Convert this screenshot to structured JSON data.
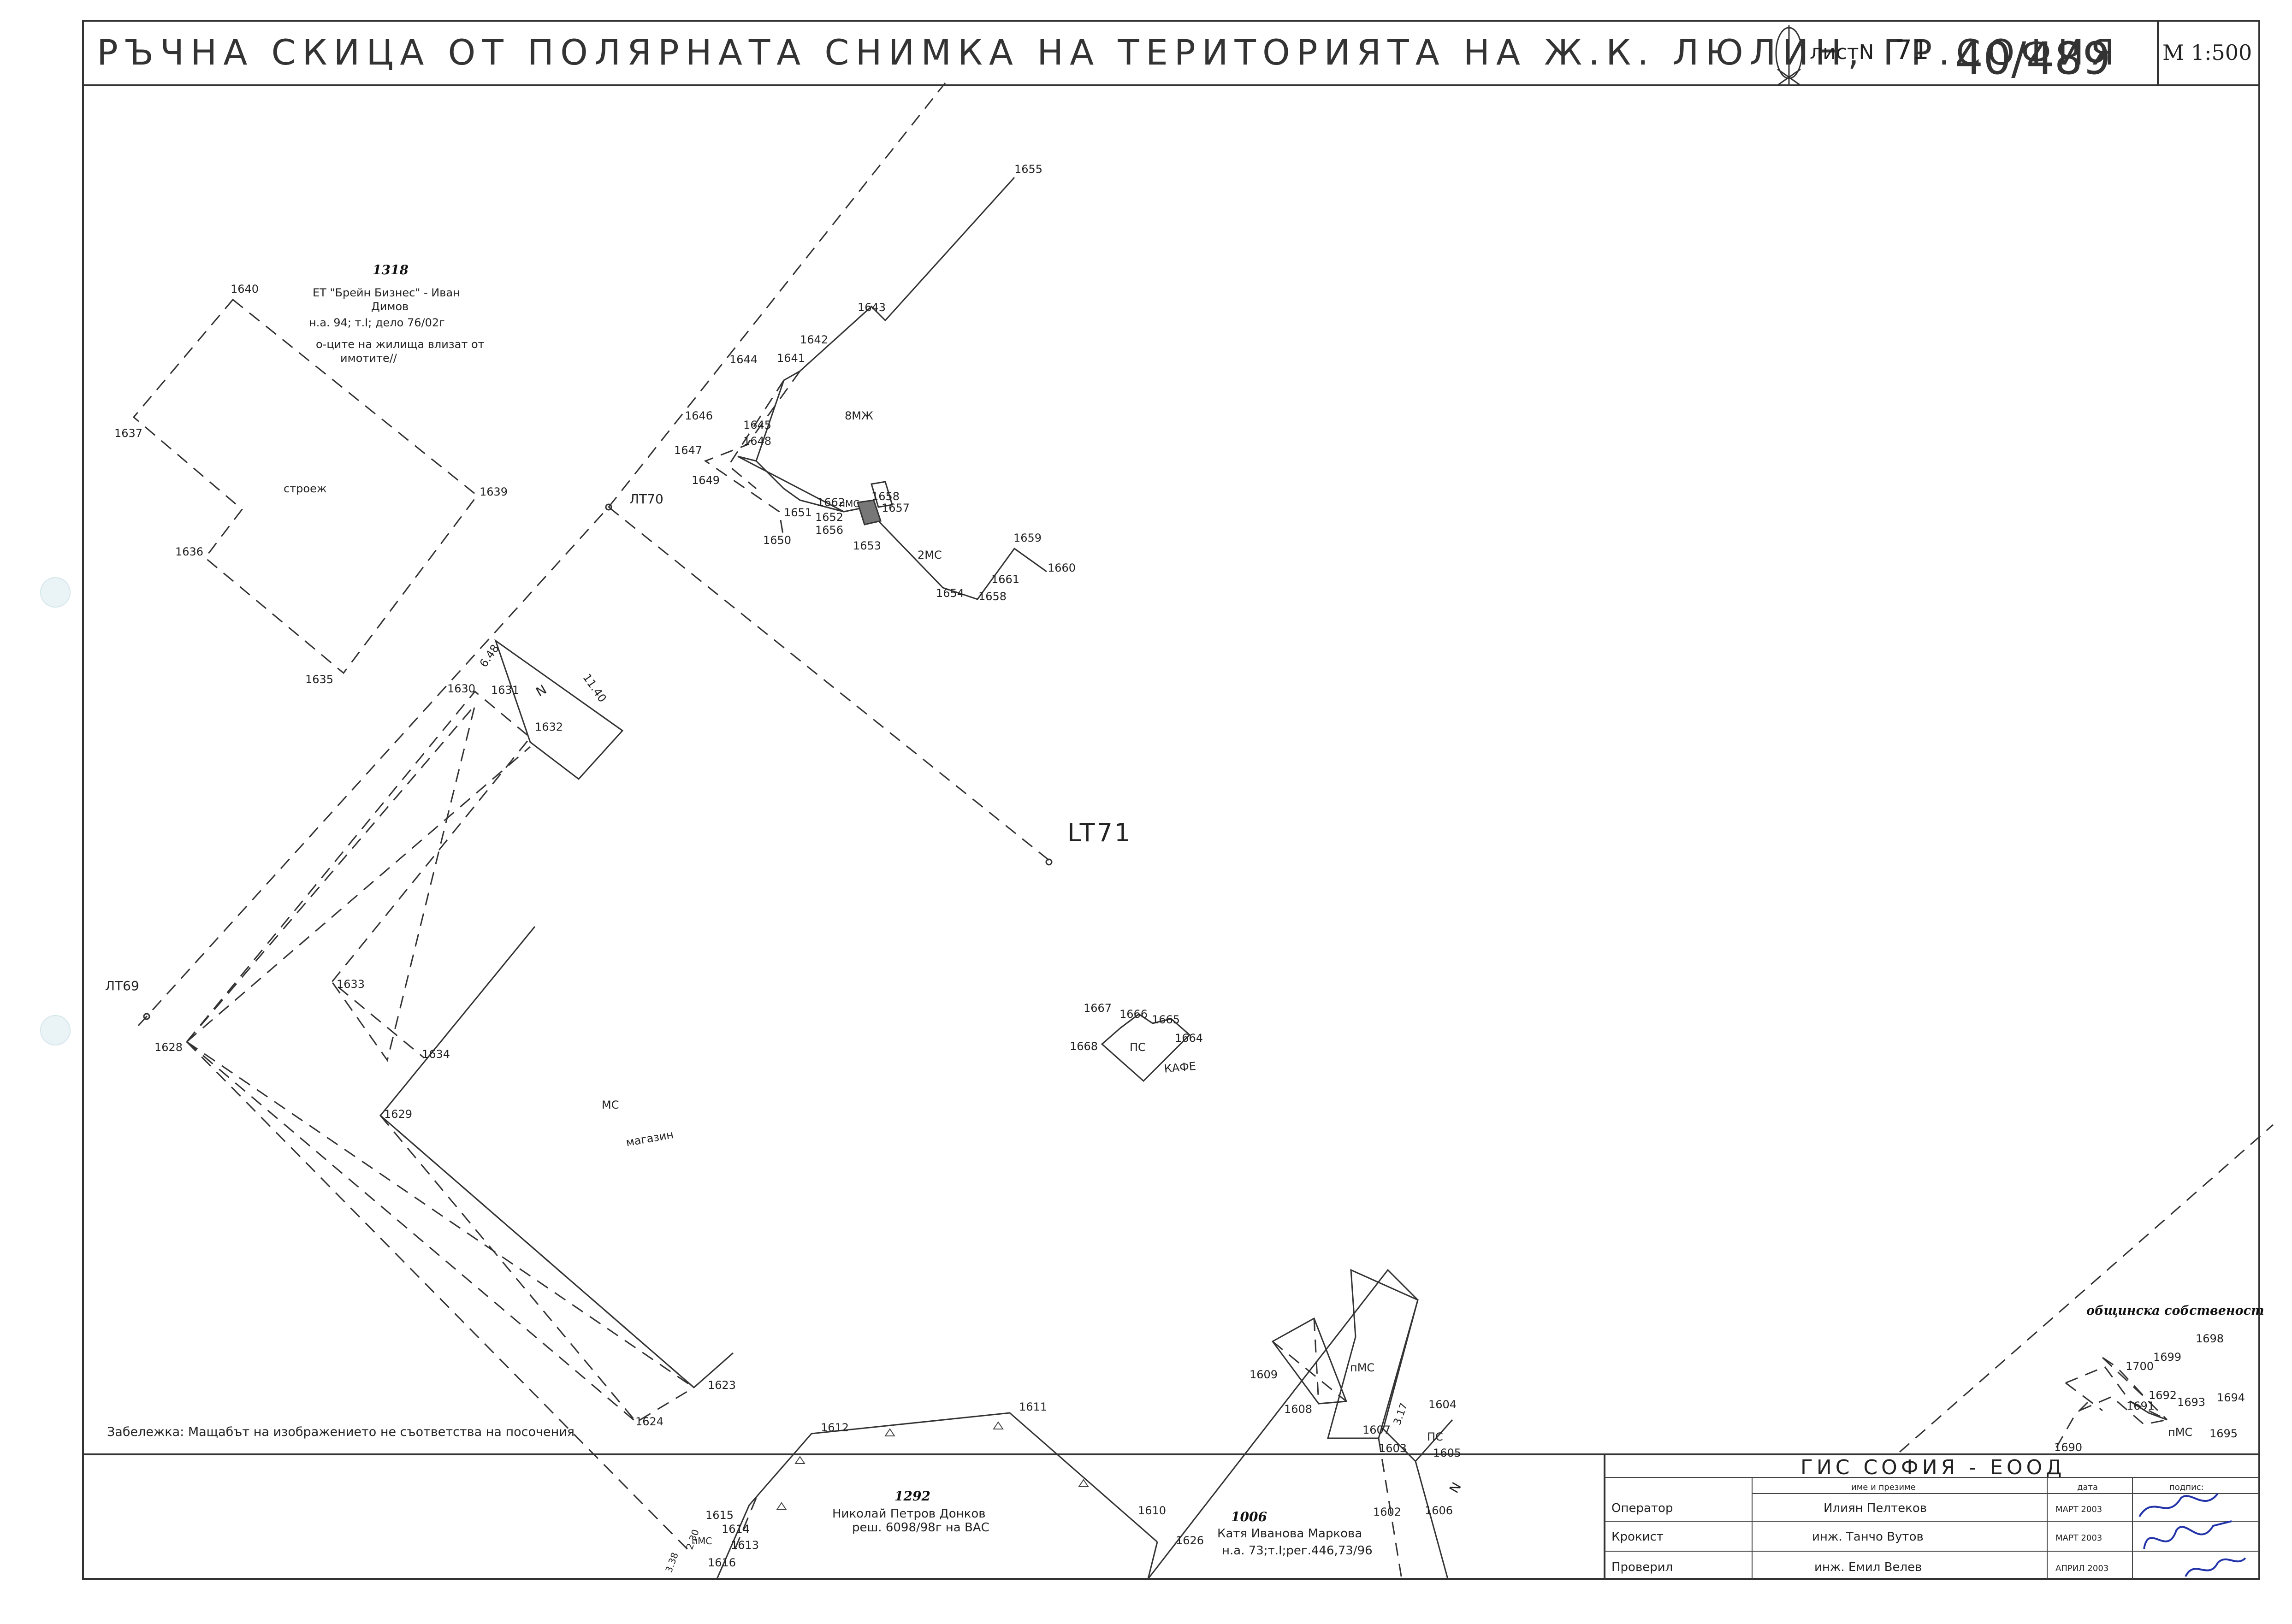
{
  "sheet": {
    "title": "РЪЧНА СКИЦА ОТ ПОЛЯРНАТА СНИМКА НА ТЕРИТОРИЯТА НА Ж.К. ЛЮЛИН, ГР.СОФИЯ",
    "sheet_label": "листN",
    "sheet_number": "71",
    "handwritten_number": "40/489",
    "scale": "М 1:500",
    "note": "Забележка: Мащабът на изображението не съответства на посочения"
  },
  "stations": {
    "lt70": "ЛТ70",
    "lt71": "LT71",
    "lt69": "ЛТ69"
  },
  "parcels": {
    "p1318": {
      "number": "1318",
      "line1": "ЕТ \"Брейн Бизнес\" - Иван",
      "line2": "Димов",
      "line3": "н.а. 94; т.I; дело 76/02г",
      "line4": "о-ците на жилища влизат от",
      "line5": "имотите//"
    },
    "p1292": {
      "number": "1292",
      "line1": "Николай Петров Донков",
      "line2": "реш. 6098/98г на ВАС"
    },
    "p1006": {
      "number": "1006",
      "line1": "Катя Иванова Маркова",
      "line2": "н.а. 73;т.I;рег.446,73/96"
    },
    "municipal": "общинска собственост"
  },
  "building_labels": {
    "stroezh": "строеж",
    "vmzh": "8МЖ",
    "two_ms": "2МС",
    "pms_small": "пМС",
    "ms": "МС",
    "magazin": "магазин",
    "ps": "ПС",
    "kafe": "КАФЕ",
    "pms_1": "пМС",
    "ps_2": "ПС",
    "pms_2": "пМС",
    "pms_3": "пМС",
    "n_mark": "N",
    "n_mark2": "N"
  },
  "dimensions": {
    "d648": "6.48",
    "d1140": "11.40",
    "d317": "3.17",
    "d338": "3.38",
    "d230": "2.30"
  },
  "points": {
    "p1655": "1655",
    "p1643": "1643",
    "p1642": "1642",
    "p1641": "1641",
    "p1644": "1644",
    "p1646": "1646",
    "p1645": "1645",
    "p1648": "1648",
    "p1647": "1647",
    "p1649": "1649",
    "p1651": "1651",
    "p1652": "1652",
    "p1650": "1650",
    "p1656": "1656",
    "p1662": "1662",
    "p1658a": "1658",
    "p1657": "1657",
    "p1653": "1653",
    "p1654": "1654",
    "p1658": "1658",
    "p1661": "1661",
    "p1659": "1659",
    "p1660": "1660",
    "p1640": "1640",
    "p1637": "1637",
    "p1639": "1639",
    "p1636": "1636",
    "p1635": "1635",
    "p1630": "1630",
    "p1631": "1631",
    "p1632": "1632",
    "p1633": "1633",
    "p1634": "1634",
    "p1628": "1628",
    "p1629": "1629",
    "p1623": "1623",
    "p1624": "1624",
    "p1667": "1667",
    "p1666": "1666",
    "p1665": "1665",
    "p1664": "1664",
    "p1668": "1668",
    "p1612": "1612",
    "p1611": "1611",
    "p1610": "1610",
    "p1626": "1626",
    "p1615": "1615",
    "p1614": "1614",
    "p1613": "1613",
    "p1616": "1616",
    "p1609": "1609",
    "p1608": "1608",
    "p1607": "1607",
    "p1603": "1603",
    "p1604": "1604",
    "p1605": "1605",
    "p1602": "1602",
    "p1606": "1606",
    "p1698": "1698",
    "p1699": "1699",
    "p1700": "1700",
    "p1692": "1692",
    "p1693": "1693",
    "p1694": "1694",
    "p1691": "1691",
    "p1690": "1690",
    "p1695": "1695"
  },
  "title_block": {
    "company": "ГИС СОФИЯ - ЕООД",
    "col_name": "име и презиме",
    "col_date": "дата",
    "col_sign": "подпис:",
    "rows": [
      {
        "role": "Оператор",
        "name": "Илиян Пелтеков",
        "date": "МАРТ 2003"
      },
      {
        "role": "Крокист",
        "name": "инж. Танчо Вутов",
        "date": "МАРТ 2003"
      },
      {
        "role": "Проверил",
        "name": "инж. Емил Велев",
        "date": "АПРИЛ 2003"
      }
    ]
  }
}
